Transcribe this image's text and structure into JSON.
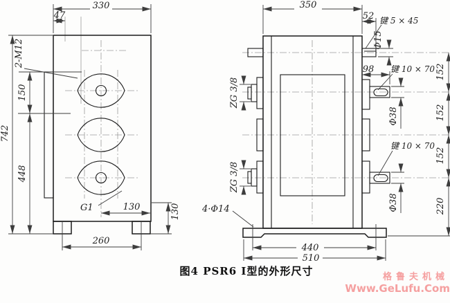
{
  "figure": {
    "caption": "图4 PSR6 Ⅰ型的外形尺寸",
    "watermark": {
      "line1": "格鲁夫机械",
      "line2": "Www.GeLufu.Com",
      "color": "#f5a0a0"
    }
  },
  "front_view": {
    "dim_width_top": "330",
    "dim_offset_top": "47",
    "label_tapped_holes": "2-M12",
    "dim_height_upper": "150",
    "dim_height_total": "742",
    "dim_height_lower": "448",
    "label_oil_plug": "G1",
    "dim_130_horizontal": "130",
    "dim_130_vertical": "130",
    "dim_foot_span": "260"
  },
  "side_view": {
    "dim_width_top": "350",
    "dim_shaft_ext": "52",
    "label_key_input": "键 5 × 45",
    "dim_input_shaft_dia": "Φ15",
    "dim_output_shaft_len": "98",
    "label_key_upper": "键 10 × 70",
    "dim_row_spacing_1": "152",
    "dim_shaft_dia_upper": "Φ38",
    "dim_row_spacing_2": "152",
    "label_key_lower": "键 10 × 70",
    "dim_row_spacing_3": "152",
    "dim_shaft_dia_lower": "Φ38",
    "dim_base_height": "220",
    "label_pipe_plug_upper": "ZG 3/8",
    "label_pipe_plug_lower": "ZG 3/8",
    "label_base_holes": "4·Φ14",
    "dim_bolt_span": "440",
    "dim_base_width": "510"
  }
}
